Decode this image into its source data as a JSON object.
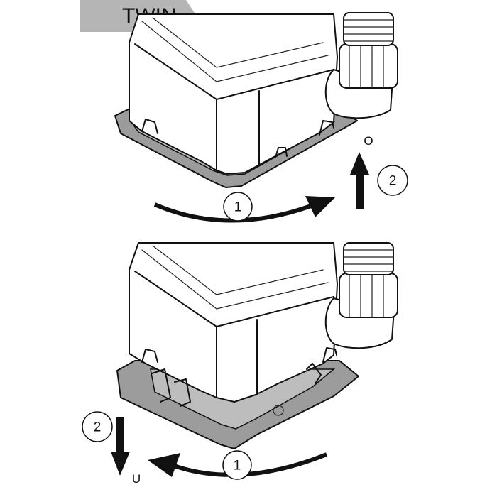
{
  "header": {
    "label": "TWIN"
  },
  "top_panel": {
    "rotate_step": "1",
    "lift_step": "2",
    "direction_label": "O"
  },
  "bottom_panel": {
    "rotate_step": "1",
    "lower_step": "2",
    "direction_label": "U"
  },
  "colors": {
    "tab_gray": "#b5b5b5",
    "base_gray": "#9c9c9c",
    "line": "#111111"
  }
}
